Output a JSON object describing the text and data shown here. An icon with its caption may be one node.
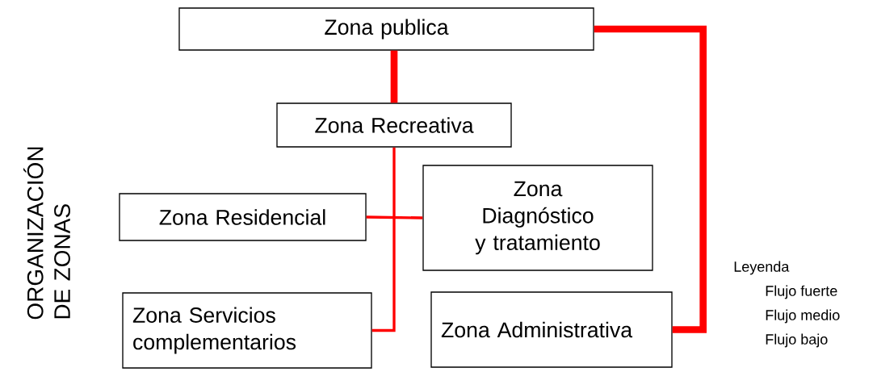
{
  "diagram": {
    "title": "ORGANIZACIÓN DE ZONAS",
    "nodes": [
      {
        "text": [
          "Zona publica"
        ]
      },
      {
        "text": [
          "Zona Recreativa"
        ]
      },
      {
        "text": [
          "Zona Residencial"
        ]
      },
      {
        "text": [
          "Zona Diagnóstico y tratamiento"
        ]
      },
      {
        "text": [
          "Zona Servicios complementarios"
        ]
      },
      {
        "text": [
          "Zona Administrativa"
        ]
      }
    ],
    "edges": [
      {
        "from": 0,
        "to": 1,
        "arrow": "none",
        "style": "thick"
      },
      {
        "from": 1,
        "to": 4,
        "arrow": "none"
      },
      {
        "from": 2,
        "to": 3,
        "arrow": "none"
      },
      {
        "from": 0,
        "to": 5,
        "arrow": "none",
        "style": "thick"
      }
    ],
    "labels": [
      "Leyenda"
    ],
    "legend": [
      {
        "text": "Flujo fuerte"
      },
      {
        "text": "Flujo medio"
      },
      {
        "text": "Flujo bajo"
      }
    ]
  }
}
